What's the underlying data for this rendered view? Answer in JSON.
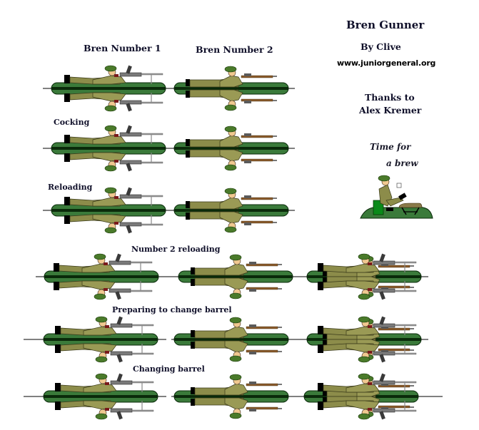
{
  "header": {
    "title": "Bren Gunner",
    "author": "By Clive",
    "website": "www.juniorgeneral.org",
    "thanks_line1": "Thanks to",
    "thanks_line2": "Alex Kremer"
  },
  "columns": {
    "col1": "Bren Number 1",
    "col2": "Bren Number 2"
  },
  "sections": [
    {
      "label": "Cocking"
    },
    {
      "label": "Reloading"
    },
    {
      "label": "Number 2 reloading"
    },
    {
      "label": "Preparing to change barrel"
    },
    {
      "label": "Changing barrel"
    }
  ],
  "brew_caption": {
    "line1": "Time for",
    "line2": "a brew"
  },
  "colors": {
    "base_green": "#3a7a3a",
    "base_dark": "#0a2a0a",
    "uniform_khaki": "#8c8c4a",
    "helmet_green": "#4a7a2a",
    "gun_grey": "#7a7a7a",
    "rifle_brown": "#8a5a2a",
    "crate_green": "#0a8a1a"
  },
  "figures": [
    {
      "row": 0,
      "col": 0,
      "type": "bren-number-1"
    },
    {
      "row": 0,
      "col": 1,
      "type": "bren-number-2"
    },
    {
      "row": 1,
      "col": 0,
      "type": "bren-number-1-cocking"
    },
    {
      "row": 1,
      "col": 1,
      "type": "bren-number-2"
    },
    {
      "row": 2,
      "col": 0,
      "type": "bren-number-1-reloading"
    },
    {
      "row": 2,
      "col": 1,
      "type": "bren-number-2"
    },
    {
      "row": 3,
      "col": 0,
      "type": "bren-number-1"
    },
    {
      "row": 3,
      "col": 1,
      "type": "bren-number-2-reloading"
    },
    {
      "row": 3,
      "col": 2,
      "type": "combined-team"
    },
    {
      "row": 4,
      "col": 0,
      "type": "bren-number-1-prep-barrel"
    },
    {
      "row": 4,
      "col": 1,
      "type": "bren-number-2-prep-barrel"
    },
    {
      "row": 4,
      "col": 2,
      "type": "combined-team"
    },
    {
      "row": 5,
      "col": 0,
      "type": "bren-number-1-changing"
    },
    {
      "row": 5,
      "col": 1,
      "type": "bren-number-2-changing"
    },
    {
      "row": 5,
      "col": 2,
      "type": "combined-team"
    }
  ]
}
